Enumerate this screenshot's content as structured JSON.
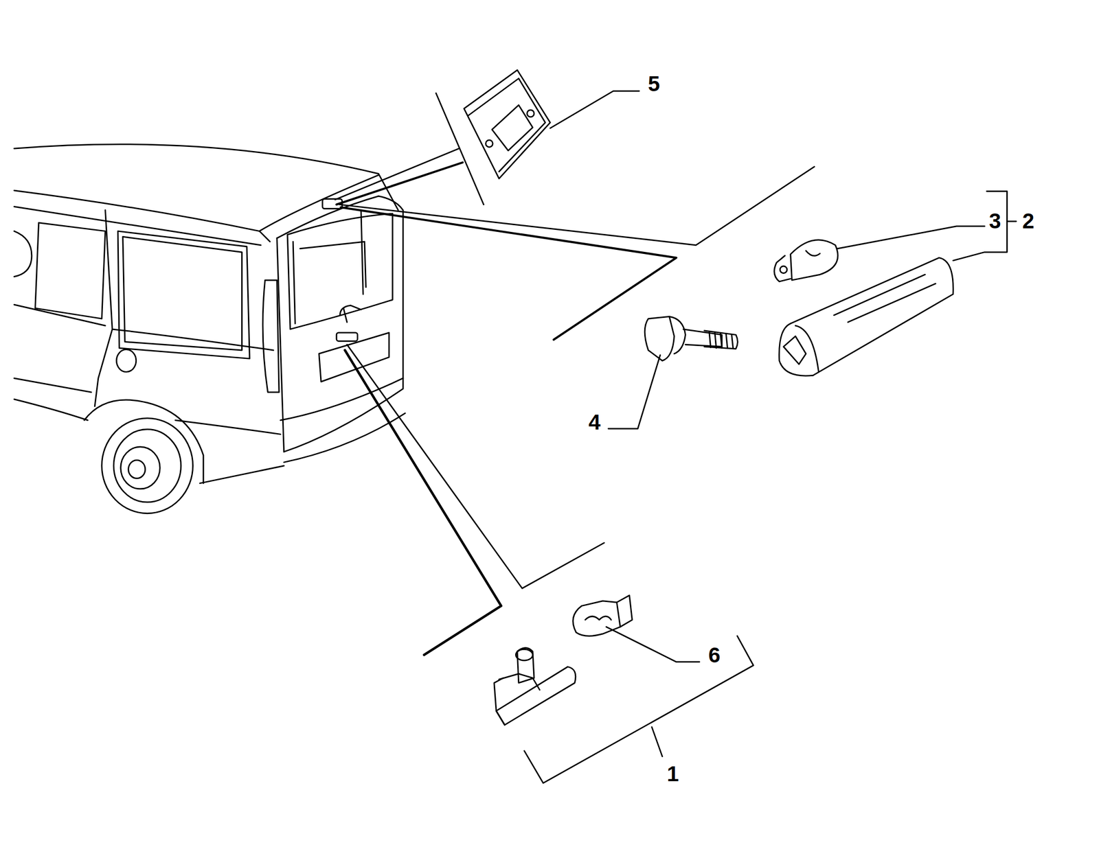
{
  "diagram": {
    "labels": [
      "5",
      "3",
      "2",
      "4",
      "6",
      "1"
    ]
  }
}
